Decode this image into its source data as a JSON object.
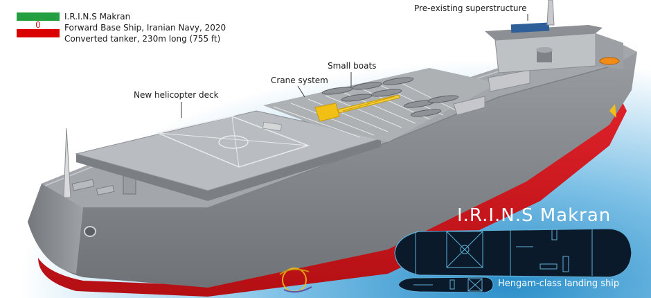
{
  "info": {
    "name": "I.R.I.N.S Makran",
    "role": "Forward Base Ship, Iranian Navy, 2020",
    "origin": "Converted tanker, 230m long (755 ft)"
  },
  "labels": {
    "superstructure": "Pre-existing superstructure",
    "small_boats": "Small boats",
    "crane": "Crane system",
    "heli_deck": "New helicopter deck"
  },
  "comparison": {
    "title": "I.R.I.N.S Makran",
    "caption": "Hengam-class landing ship"
  },
  "flag": {
    "colors": [
      "#239f40",
      "#ffffff",
      "#da0000"
    ],
    "emblem_color": "#da0000"
  },
  "palette": {
    "water_light": "#e9f4fb",
    "water_dark": "#2b8ec9",
    "hull_grey": "#8a8d91",
    "hull_red": "#d7161c",
    "deck": "#a9acb0",
    "crane_yellow": "#f2c014",
    "silhouette": "#0b1a2a",
    "silhouette_line": "#5fb0d8"
  }
}
